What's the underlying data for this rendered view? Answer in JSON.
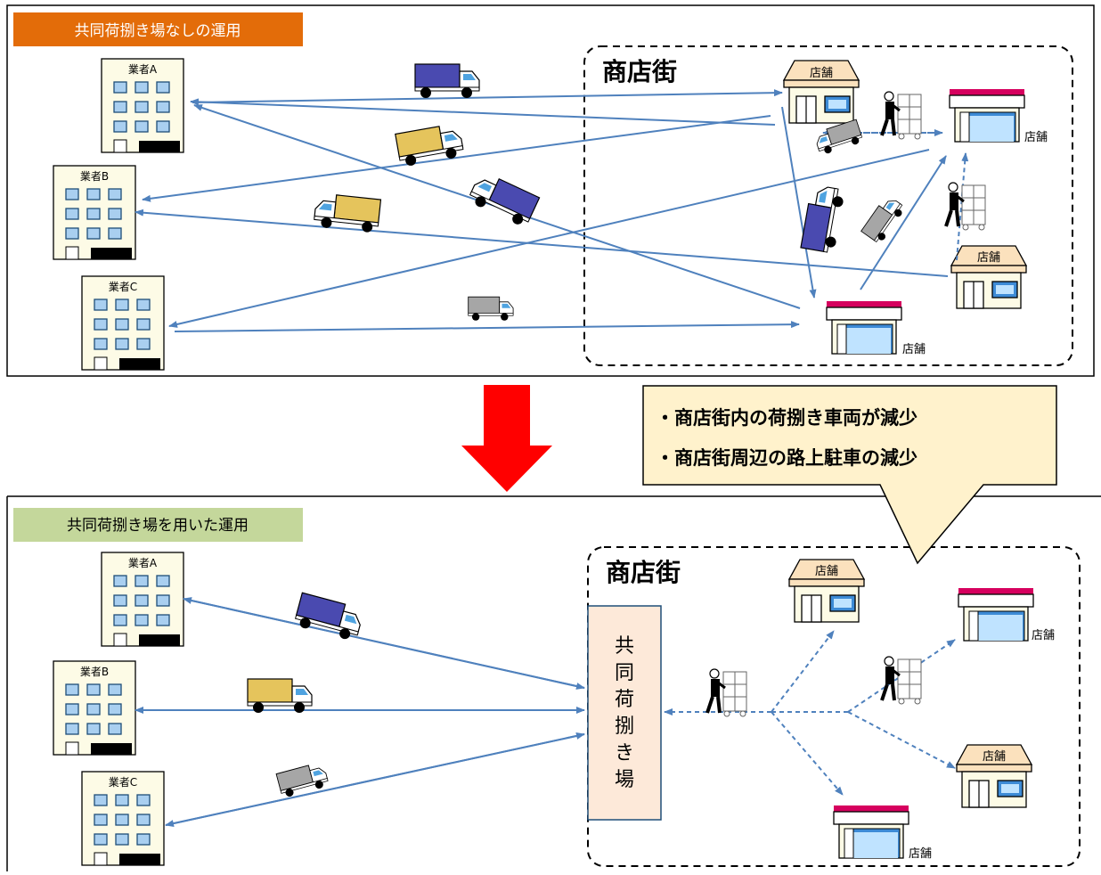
{
  "top_panel": {
    "label": "共同荷捌き場なしの運用",
    "label_color": "#e36c09",
    "district_title": "商店街",
    "vendors": [
      "業者A",
      "業者B",
      "業者C"
    ],
    "store_label": "店舗"
  },
  "callout": {
    "lines": [
      "・商店街内の荷捌き車両が減少",
      "・商店街周辺の路上駐車の減少"
    ],
    "fill": "#fff2cc"
  },
  "bottom_panel": {
    "label": "共同荷捌き場を用いた運用",
    "label_color": "#c4d79b",
    "district_title": "商店街",
    "vendors": [
      "業者A",
      "業者B",
      "業者C"
    ],
    "store_label": "店舗",
    "hub_label": "共同荷捌き場",
    "hub_fill": "#fde9d9"
  },
  "colors": {
    "arrow": "#4f81bd",
    "down_arrow": "#ff0000",
    "panel_border": "#000000"
  }
}
